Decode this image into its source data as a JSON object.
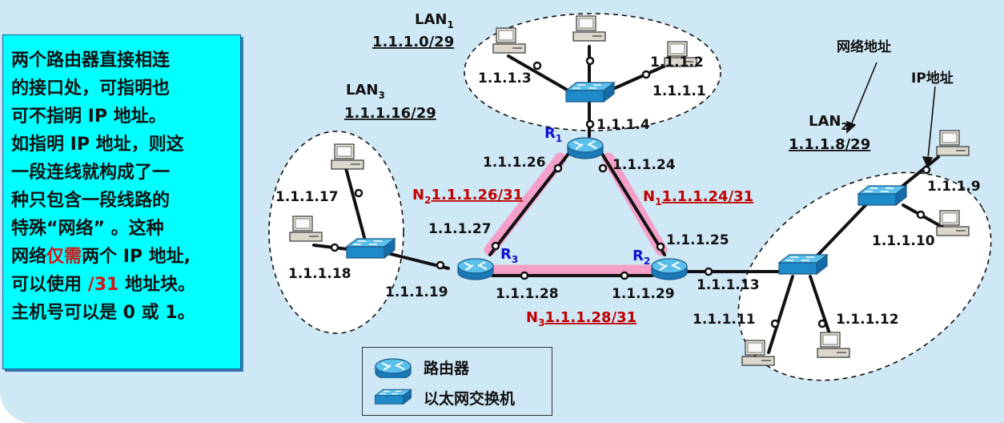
{
  "note": {
    "lines": [
      "两个路由器直接相连",
      "的接口处，可指明也",
      "可不指明 IP 地址。",
      "如指明 IP 地址，则这",
      "一段连线就构成了一",
      "种只包含一段线路的",
      "特殊“网络” 。这种"
    ],
    "line8_pre": "网络",
    "line8_red": "仅需",
    "line8_post": "两个 IP 地址,",
    "line9_pre": "可以使用 ",
    "line9_red": "/31",
    "line9_post": " 地址块。",
    "line10": "主机号可以是 0 或 1。"
  },
  "lans": {
    "lan1": {
      "name": "LAN",
      "sub": "1",
      "prefix": "1.1.1.0/29"
    },
    "lan2": {
      "name": "LAN",
      "sub": "2",
      "prefix": "1.1.1.8/29"
    },
    "lan3": {
      "name": "LAN",
      "sub": "3",
      "prefix": "1.1.1.16/29"
    }
  },
  "routers": {
    "r1": {
      "name": "R",
      "sub": "1"
    },
    "r2": {
      "name": "R",
      "sub": "2"
    },
    "r3": {
      "name": "R",
      "sub": "3"
    }
  },
  "links": {
    "n1": {
      "name": "N",
      "sub": "1",
      "prefix": "1.1.1.24/31"
    },
    "n2": {
      "name": "N",
      "sub": "2",
      "prefix": "1.1.1.26/31"
    },
    "n3": {
      "name": "N",
      "sub": "3",
      "prefix": "1.1.1.28/31"
    }
  },
  "addresses": {
    "a1": "1.1.1.1",
    "a2": "1.1.1.2",
    "a3": "1.1.1.3",
    "a4": "1.1.1.4",
    "a9": "1.1.1.9",
    "a10": "1.1.1.10",
    "a11": "1.1.1.11",
    "a12": "1.1.1.12",
    "a13": "1.1.1.13",
    "a17": "1.1.1.17",
    "a18": "1.1.1.18",
    "a19": "1.1.1.19",
    "a24": "1.1.1.24",
    "a25": "1.1.1.25",
    "a26": "1.1.1.26",
    "a27": "1.1.1.27",
    "a28": "1.1.1.28",
    "a29": "1.1.1.29"
  },
  "annotations": {
    "network_address": "网络地址",
    "ip_address": "IP地址"
  },
  "legend": {
    "router": "路由器",
    "switch": "以太网交换机"
  },
  "colors": {
    "background": "#cfe8f5",
    "note_bg": "#00ffff",
    "highlight": "#f4a0c8",
    "red_text": "#c00000",
    "router_label": "#1010d0"
  }
}
